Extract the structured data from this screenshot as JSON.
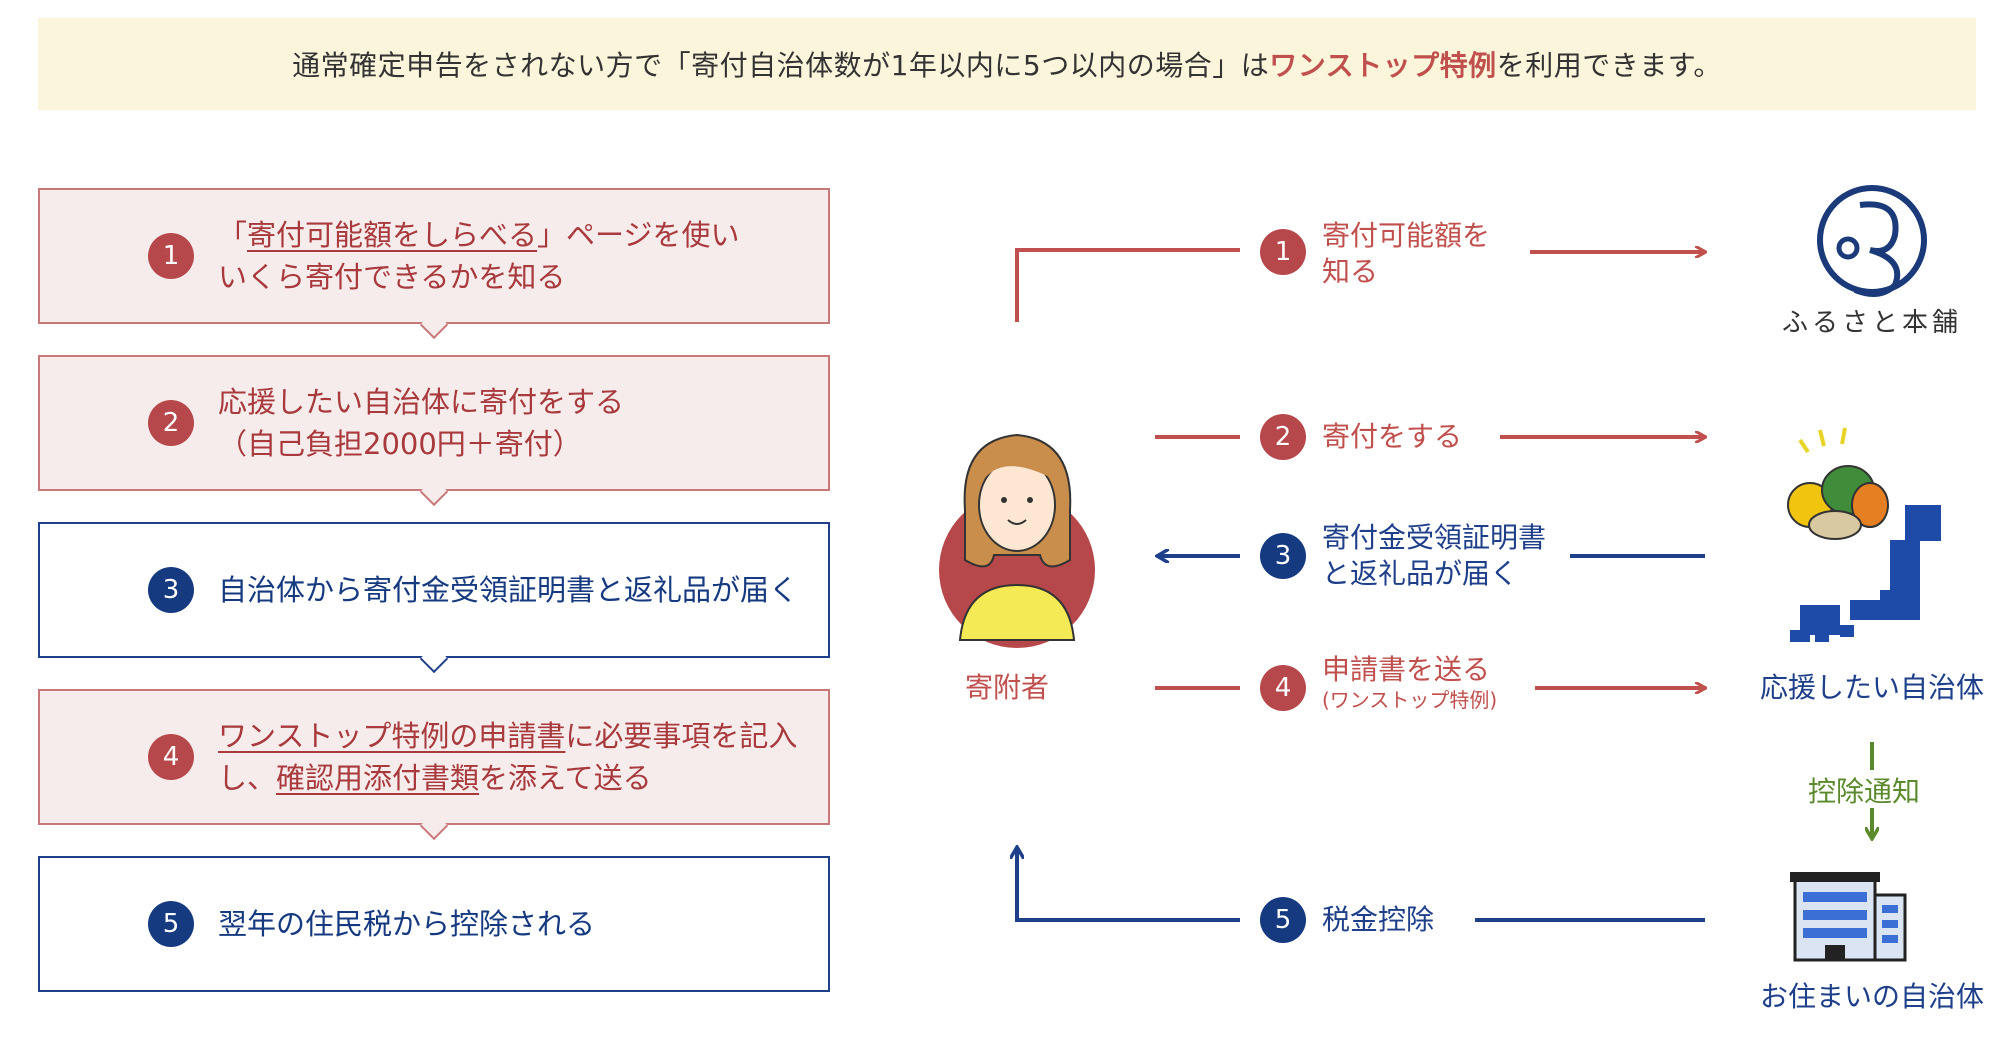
{
  "banner": {
    "prefix": "通常確定申告をされない方で「寄付自治体数が1年以内に5つ以内の場合」は",
    "highlight": "ワンストップ特例",
    "suffix": "を利用できます。"
  },
  "steps": [
    {
      "num": "1",
      "pre": "「",
      "link": "寄付可能額をしらべる",
      "post": "」ページを使い",
      "line2": "いくら寄付できるかを知る"
    },
    {
      "num": "2",
      "line1": "応援したい自治体に寄付をする",
      "line2": "（自己負担2000円＋寄付）"
    },
    {
      "num": "3",
      "line1": "自治体から寄付金受領証明書と返礼品が届く"
    },
    {
      "num": "4",
      "link1": "ワンストップ特例の申請書",
      "mid1": "に必要事項を記入",
      "pre2": "し、",
      "link2": "確認用添付書類",
      "post2": "を添えて送る"
    },
    {
      "num": "5",
      "line1": "翌年の住民税から控除される"
    }
  ],
  "flow": [
    {
      "num": "1",
      "line1": "寄付可能額を",
      "line2": "知る"
    },
    {
      "num": "2",
      "line1": "寄付をする"
    },
    {
      "num": "3",
      "line1": "寄付金受領証明書",
      "line2": "と返礼品が届く"
    },
    {
      "num": "4",
      "line1": "申請書を送る",
      "sub": "(ワンストップ特例)"
    },
    {
      "num": "5",
      "line1": "税金控除"
    }
  ],
  "entities": {
    "donor": "寄附者",
    "site": "ふるさと本舗",
    "target_municipality": "応援したい自治体",
    "home_municipality": "お住まいの自治体",
    "notification": "控除通知"
  },
  "colors": {
    "red": "#c0504d",
    "blue": "#1e3f8a",
    "green": "#5b8a2c",
    "banner_bg": "#fbf6db"
  }
}
